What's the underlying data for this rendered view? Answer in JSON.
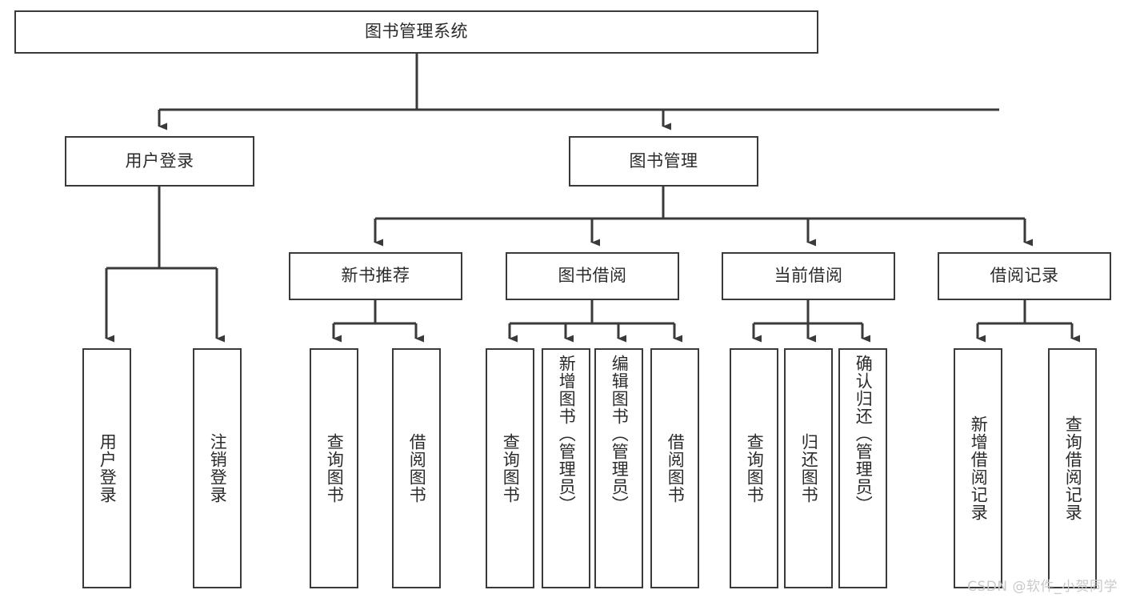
{
  "diagram": {
    "type": "tree",
    "title": "图书管理系统",
    "watermark": "CSDN @软件_小贺同学",
    "colors": {
      "stroke": "#3a3a3a",
      "text": "#2b2b2b",
      "background": "#ffffff",
      "watermark": "#c9c9c9"
    },
    "nodes": {
      "root": {
        "label": "图书管理系统"
      },
      "level2": [
        {
          "id": "user-login",
          "label": "用户登录"
        },
        {
          "id": "book-management",
          "label": "图书管理"
        }
      ],
      "level3": [
        {
          "id": "new-book-recommend",
          "label": "新书推荐"
        },
        {
          "id": "book-borrow",
          "label": "图书借阅"
        },
        {
          "id": "current-borrow",
          "label": "当前借阅"
        },
        {
          "id": "borrow-record",
          "label": "借阅记录"
        }
      ],
      "leaves": {
        "user-login": [
          {
            "id": "leaf-user-login",
            "label": "用户登录"
          },
          {
            "id": "leaf-logout-login",
            "label": "注销登录"
          }
        ],
        "new-book-recommend": [
          {
            "id": "leaf-query-book-1",
            "label": "查询图书"
          },
          {
            "id": "leaf-borrow-book-1",
            "label": "借阅图书"
          }
        ],
        "book-borrow": [
          {
            "id": "leaf-query-book-2",
            "label": "查询图书"
          },
          {
            "id": "leaf-add-book",
            "label": "新增图书（管理员）"
          },
          {
            "id": "leaf-edit-book",
            "label": "编辑图书（管理员）"
          },
          {
            "id": "leaf-borrow-book-2",
            "label": "借阅图书"
          }
        ],
        "current-borrow": [
          {
            "id": "leaf-query-book-3",
            "label": "查询图书"
          },
          {
            "id": "leaf-return-book",
            "label": "归还图书"
          },
          {
            "id": "leaf-confirm-return",
            "label": "确认归还（管理员）"
          }
        ],
        "borrow-record": [
          {
            "id": "leaf-add-record",
            "label": "新增借阅记录"
          },
          {
            "id": "leaf-query-record",
            "label": "查询借阅记录"
          }
        ]
      }
    },
    "edges": [
      {
        "from": "图书管理系统",
        "to": "用户登录"
      },
      {
        "from": "图书管理系统",
        "to": "图书管理"
      },
      {
        "from": "用户登录",
        "to": "用户登录"
      },
      {
        "from": "用户登录",
        "to": "注销登录"
      },
      {
        "from": "图书管理",
        "to": "新书推荐"
      },
      {
        "from": "图书管理",
        "to": "图书借阅"
      },
      {
        "from": "图书管理",
        "to": "当前借阅"
      },
      {
        "from": "图书管理",
        "to": "借阅记录"
      },
      {
        "from": "新书推荐",
        "to": "查询图书"
      },
      {
        "from": "新书推荐",
        "to": "借阅图书"
      },
      {
        "from": "图书借阅",
        "to": "查询图书"
      },
      {
        "from": "图书借阅",
        "to": "新增图书（管理员）"
      },
      {
        "from": "图书借阅",
        "to": "编辑图书（管理员）"
      },
      {
        "from": "图书借阅",
        "to": "借阅图书"
      },
      {
        "from": "当前借阅",
        "to": "查询图书"
      },
      {
        "from": "当前借阅",
        "to": "归还图书"
      },
      {
        "from": "当前借阅",
        "to": "确认归还（管理员）"
      },
      {
        "from": "借阅记录",
        "to": "新增借阅记录"
      },
      {
        "from": "借阅记录",
        "to": "查询借阅记录"
      }
    ]
  }
}
